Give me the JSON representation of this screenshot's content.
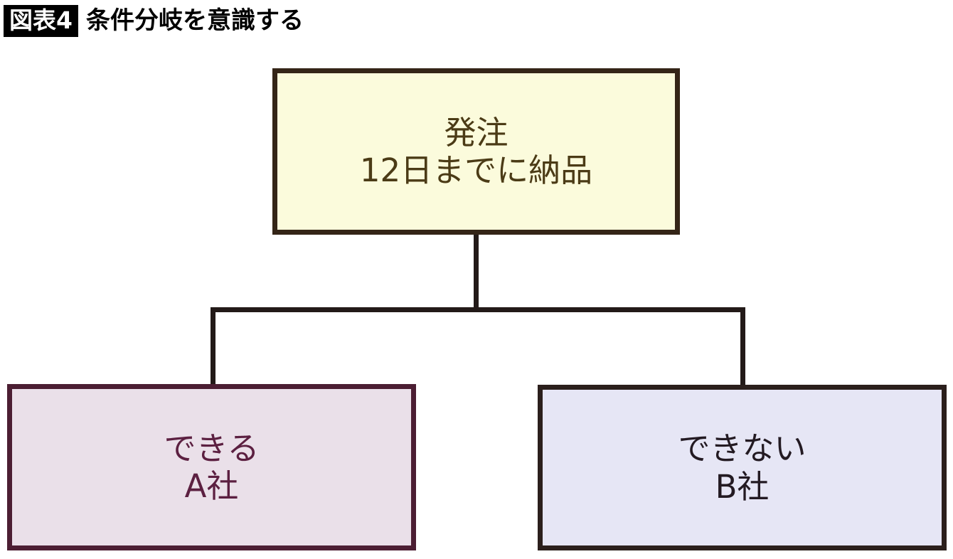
{
  "figure": {
    "badge_label": "図表4",
    "title": "条件分岐を意識する",
    "colors": {
      "badge_background": "#000000",
      "badge_text": "#ffffff",
      "title_text": "#000000",
      "connector": "#231a18",
      "order_fill": "#fbfbdc",
      "order_border": "#342517",
      "order_text": "#4b3b16",
      "yes_fill": "#eae0e9",
      "yes_border": "#4c1e33",
      "yes_text": "#5c2041",
      "no_fill": "#e6e6f5",
      "no_border": "#2b1f1c",
      "no_text": "#231a22"
    }
  },
  "diagram": {
    "type": "tree",
    "root": {
      "id": "order",
      "line1": "発注",
      "line2": "12日までに納品"
    },
    "branches": [
      {
        "id": "yes",
        "line1": "できる",
        "line2": "A社"
      },
      {
        "id": "no",
        "line1": "できない",
        "line2": "B社"
      }
    ]
  }
}
